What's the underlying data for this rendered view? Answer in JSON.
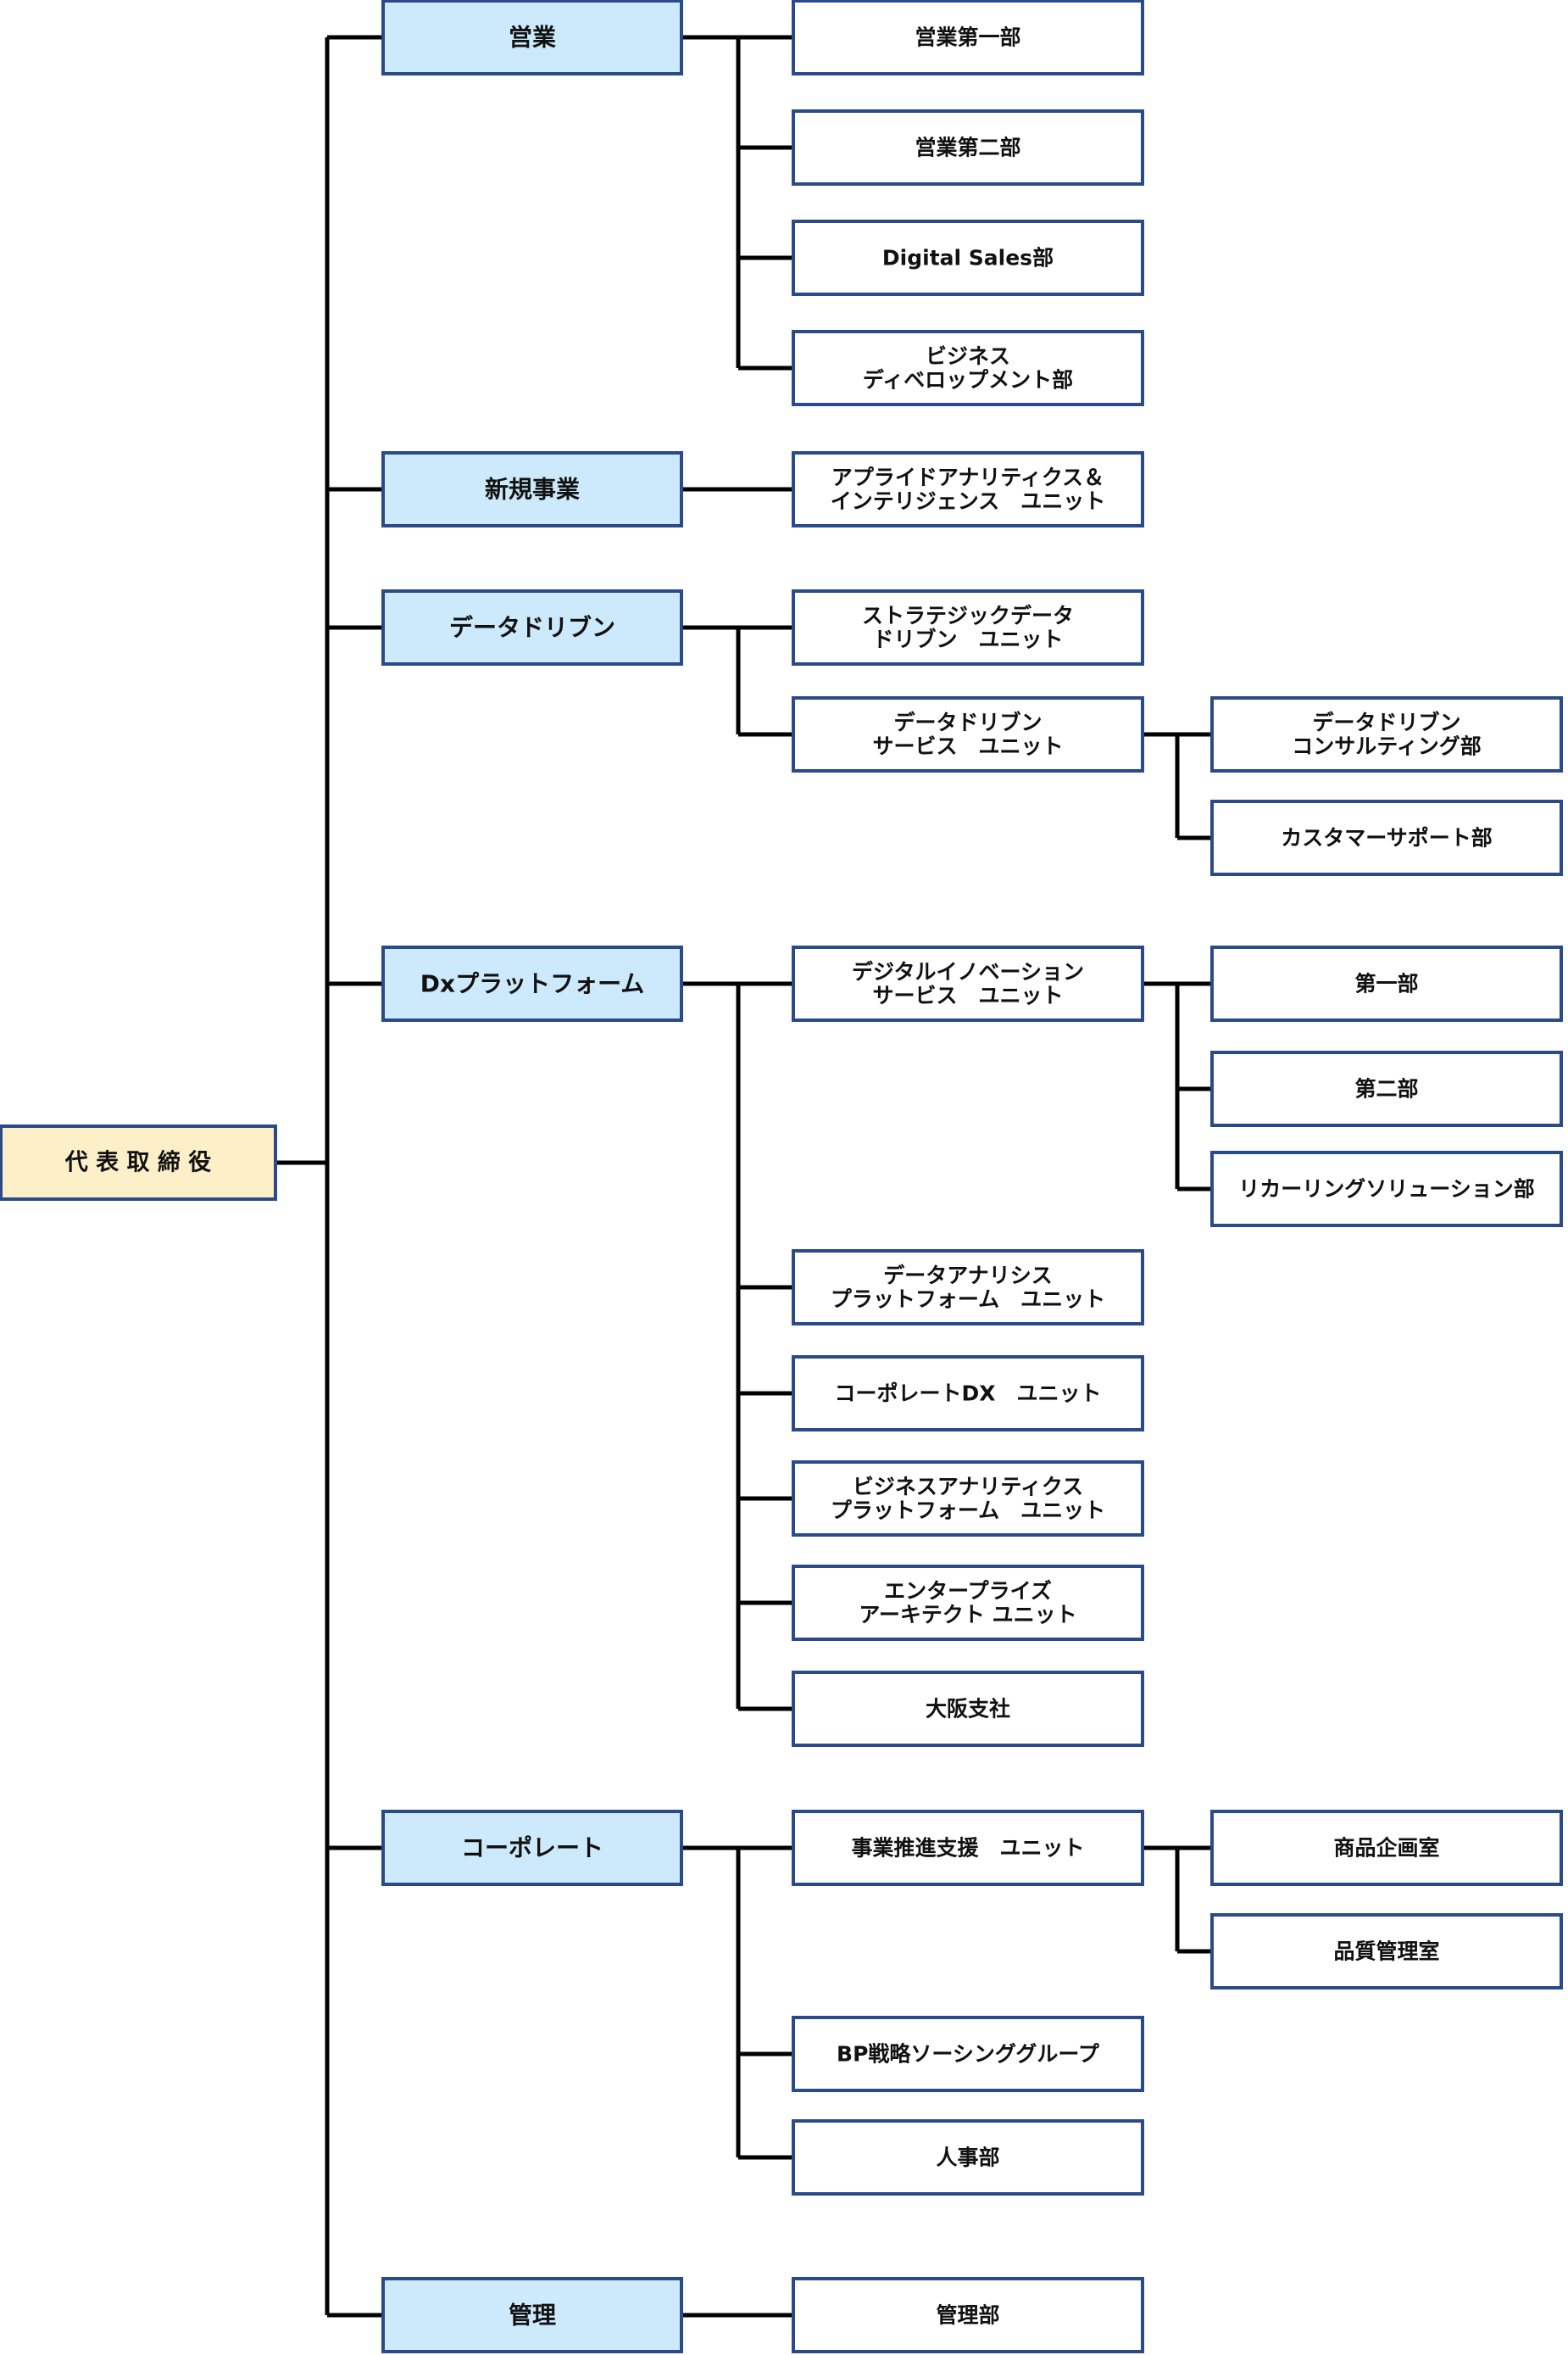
{
  "colors": {
    "root_fill": "#fdefc8",
    "division_fill": "#cdeafc",
    "unit_fill": "#ffffff",
    "border": "#2b4a8a",
    "connector": "#000000",
    "text": "#111111"
  },
  "root": {
    "lines": [
      "代 表 取 締 役"
    ]
  },
  "divisions": [
    {
      "lines": [
        "営業"
      ],
      "children": [
        {
          "lines": [
            "営業第一部"
          ],
          "children": []
        },
        {
          "lines": [
            "営業第二部"
          ],
          "children": []
        },
        {
          "lines": [
            "Digital Sales部"
          ],
          "children": []
        },
        {
          "lines": [
            "ビジネス",
            "ディベロップメント部"
          ],
          "children": []
        }
      ]
    },
    {
      "lines": [
        "新規事業"
      ],
      "children": [
        {
          "lines": [
            "アプライドアナリティクス＆",
            "インテリジェンス　ユニット"
          ],
          "children": []
        }
      ]
    },
    {
      "lines": [
        "データドリブン"
      ],
      "children": [
        {
          "lines": [
            "ストラテジックデータ",
            "ドリブン　ユニット"
          ],
          "children": []
        },
        {
          "lines": [
            "データドリブン",
            "サービス　ユニット"
          ],
          "children": [
            {
              "lines": [
                "データドリブン",
                "コンサルティング部"
              ]
            },
            {
              "lines": [
                "カスタマーサポート部"
              ]
            }
          ]
        }
      ]
    },
    {
      "lines": [
        "Dxプラットフォーム"
      ],
      "children": [
        {
          "lines": [
            "デジタルイノベーション",
            "サービス　ユニット"
          ],
          "children": [
            {
              "lines": [
                "第一部"
              ]
            },
            {
              "lines": [
                "第二部"
              ]
            },
            {
              "lines": [
                "リカーリングソリューション部"
              ]
            }
          ]
        },
        {
          "lines": [
            "データアナリシス",
            "プラットフォーム　ユニット"
          ],
          "children": []
        },
        {
          "lines": [
            "コーポレートDX　ユニット"
          ],
          "children": []
        },
        {
          "lines": [
            "ビジネスアナリティクス",
            "プラットフォーム　ユニット"
          ],
          "children": []
        },
        {
          "lines": [
            "エンタープライズ",
            "アーキテクト ユニット"
          ],
          "children": []
        },
        {
          "lines": [
            "大阪支社"
          ],
          "children": []
        }
      ]
    },
    {
      "lines": [
        "コーポレート"
      ],
      "children": [
        {
          "lines": [
            "事業推進支援　ユニット"
          ],
          "children": [
            {
              "lines": [
                "商品企画室"
              ]
            },
            {
              "lines": [
                "品質管理室"
              ]
            }
          ]
        },
        {
          "lines": [
            "BP戦略ソーシンググループ"
          ],
          "children": []
        },
        {
          "lines": [
            "人事部"
          ],
          "children": []
        }
      ]
    },
    {
      "lines": [
        "管理"
      ],
      "children": [
        {
          "lines": [
            "管理部"
          ],
          "children": []
        }
      ]
    }
  ]
}
